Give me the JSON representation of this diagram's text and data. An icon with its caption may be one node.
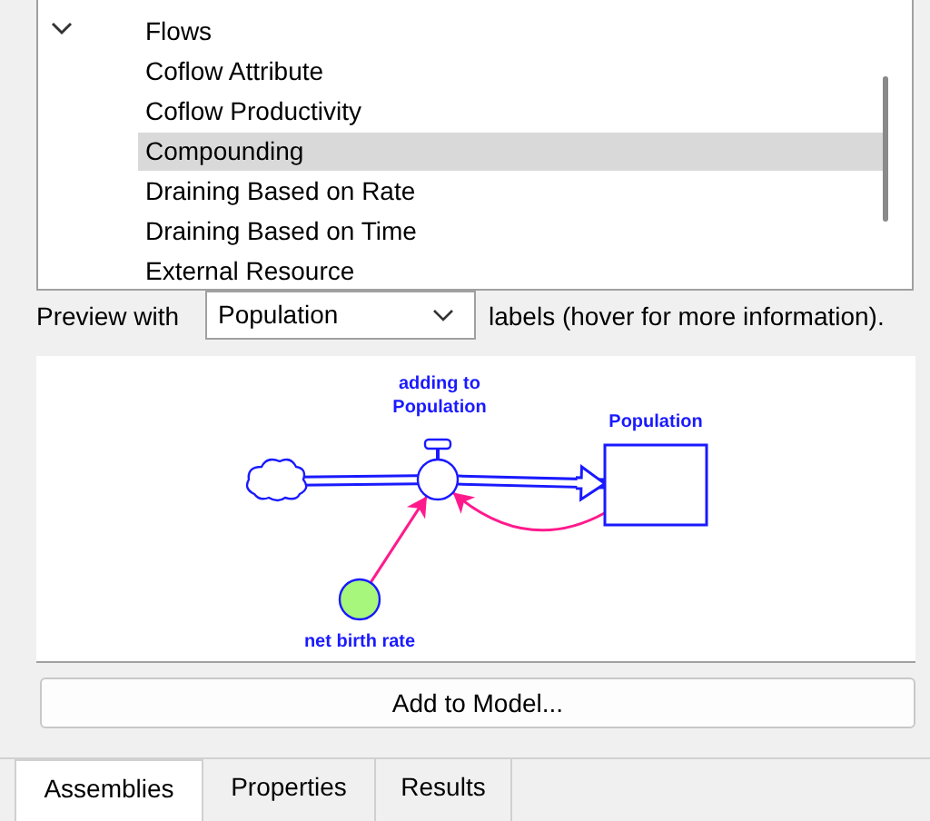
{
  "diagram": {
    "nodes": [
      {
        "text": [],
        "shape": "cloud"
      },
      {
        "text": [
          "adding to Population"
        ]
      },
      {
        "text": [
          "Population"
        ]
      },
      {
        "text": [
          "net birth rate"
        ]
      }
    ],
    "edges": [
      {
        "from": 0,
        "to": 1,
        "arrow": "none",
        "style": "thick"
      },
      {
        "from": 1,
        "to": 2,
        "arrow": "to",
        "style": "thick"
      },
      {
        "from": 3,
        "to": 1,
        "arrow": "to",
        "color": "#ff1a8c"
      },
      {
        "from": 2,
        "to": 1,
        "arrow": "to",
        "color": "#ff1a8c"
      }
    ],
    "labels": [
      "Flows",
      "Coflow Attribute",
      "Coflow Productivity",
      "Compounding",
      "Draining Based on Rate",
      "Draining Based on Time",
      "External Resource",
      "Preview with",
      "Population",
      "labels (hover for more information).",
      "Add to Model...",
      "Assemblies",
      "Properties",
      "Results"
    ]
  }
}
